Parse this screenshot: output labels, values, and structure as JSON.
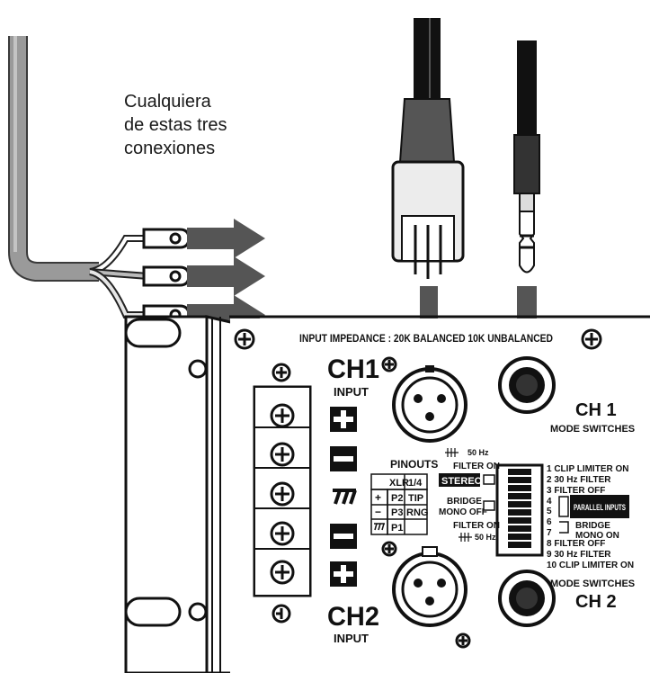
{
  "caption": {
    "line1": "Cualquiera",
    "line2": "de estas tres",
    "line3": "conexiones"
  },
  "panel": {
    "impedance_label": "INPUT IMPEDANCE : 20K BALANCED 10K UNBALANCED",
    "ch1_title": "CH1",
    "ch1_sub": "INPUT",
    "ch2_title": "CH2",
    "ch2_sub": "INPUT",
    "pinouts_title": "PINOUTS",
    "pinout_header": [
      "XLR",
      "1/4"
    ],
    "pinout_rows": [
      {
        "sym": "+",
        "xlr": "P2",
        "trs": "TIP"
      },
      {
        "sym": "−",
        "xlr": "P3",
        "trs": "RNG"
      },
      {
        "sym": "⏚",
        "xlr": "P1",
        "trs": ""
      }
    ],
    "filter_top": "50 Hz",
    "filter_on_top": "FILTER ON",
    "stereo": "STEREO",
    "bridge": "BRIDGE",
    "mono_off": "MONO OFF",
    "filter_on_bottom": "FILTER ON",
    "filter_bottom": "50 Hz",
    "ch1_right_title": "CH 1",
    "mode_switches_top": "MODE SWITCHES",
    "switch_labels": [
      "1  CLIP LIMITER ON",
      "2  30 Hz FILTER",
      "3  FILTER OFF",
      "4",
      "5",
      "6",
      "7",
      "8  FILTER OFF",
      "9  30 Hz FILTER",
      "10 CLIP LIMITER ON"
    ],
    "parallel_inputs": "PARALLEL INPUTS",
    "bridge_right": "BRIDGE",
    "mono_on": "MONO ON",
    "mode_switches_bottom": "MODE SWITCHES",
    "ch2_right_title": "CH 2"
  },
  "colors": {
    "arrow": "#555555",
    "panel_line": "#111111",
    "cable": "#8c8c8c"
  }
}
